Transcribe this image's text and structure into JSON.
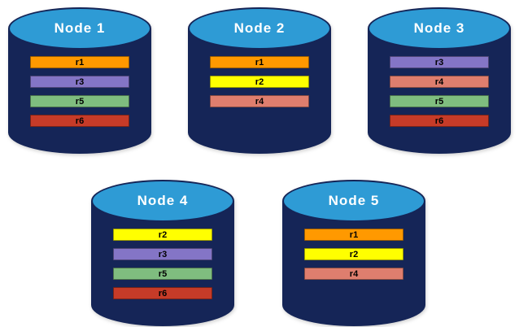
{
  "diagram": {
    "nodes": [
      {
        "label": "Node 1",
        "replicas": [
          "r1",
          "r3",
          "r5",
          "r6"
        ]
      },
      {
        "label": "Node 2",
        "replicas": [
          "r1",
          "r2",
          "r4"
        ]
      },
      {
        "label": "Node 3",
        "replicas": [
          "r3",
          "r4",
          "r5",
          "r6"
        ]
      },
      {
        "label": "Node 4",
        "replicas": [
          "r2",
          "r3",
          "r5",
          "r6"
        ]
      },
      {
        "label": "Node 5",
        "replicas": [
          "r1",
          "r2",
          "r4"
        ]
      }
    ]
  },
  "colors": {
    "r1": "#FF9900",
    "r2": "#FFFF00",
    "r3": "#8475C6",
    "r4": "#DF7E6E",
    "r5": "#7FBD7F",
    "r6": "#C63B28",
    "cylinder_body": "#152557",
    "cylinder_top": "#2E9BD5"
  }
}
